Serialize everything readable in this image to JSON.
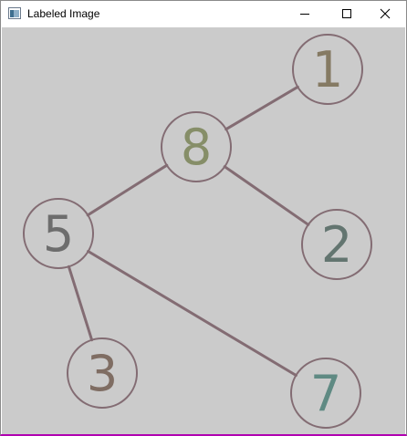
{
  "window": {
    "title": "Labeled Image",
    "icon": "opencv-window-icon",
    "controls": [
      "minimize-icon",
      "maximize-icon",
      "close-icon"
    ]
  },
  "graph": {
    "background_color": "#cbcbcb",
    "edge_color": "#836c73",
    "circle_color": "#836c73",
    "nodes": [
      {
        "id": "1",
        "label": "1",
        "color": "#857a63"
      },
      {
        "id": "8",
        "label": "8",
        "color": "#868e68"
      },
      {
        "id": "5",
        "label": "5",
        "color": "#6d6d6d"
      },
      {
        "id": "2",
        "label": "2",
        "color": "#637570"
      },
      {
        "id": "3",
        "label": "3",
        "color": "#7f6d63"
      },
      {
        "id": "7",
        "label": "7",
        "color": "#5f8a83"
      }
    ],
    "edges": [
      [
        "8",
        "1"
      ],
      [
        "8",
        "2"
      ],
      [
        "8",
        "5"
      ],
      [
        "5",
        "3"
      ],
      [
        "5",
        "7"
      ]
    ]
  }
}
